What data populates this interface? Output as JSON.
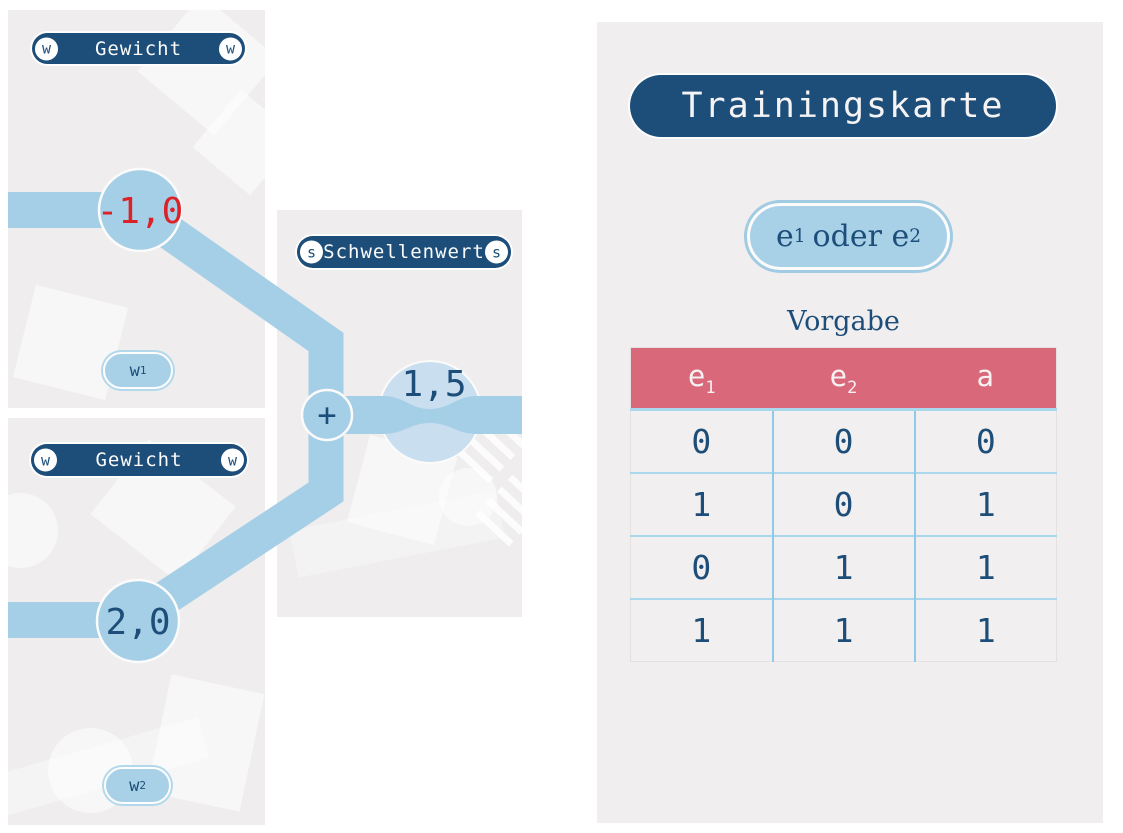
{
  "colors": {
    "navy": "#1d4e79",
    "band_blue": "#a5cfe6",
    "pale_node_blue": "#c9dff0",
    "value_red": "#dc2127",
    "table_header_red": "#d9687a",
    "panel_bg": "#efeded",
    "card_bg": "#f0eeee",
    "grid_line_blue": "#8fcbe8"
  },
  "panels": {
    "weight1": {
      "label": "Gewicht",
      "end_letter": "w",
      "value": "-1,0",
      "badge": {
        "base": "w",
        "sub": "1"
      }
    },
    "weight2": {
      "label": "Gewicht",
      "end_letter": "w",
      "value": "2,0",
      "badge": {
        "base": "w",
        "sub": "2"
      }
    },
    "threshold": {
      "label": "Schwellenwert",
      "end_letter": "s",
      "operator": "+",
      "value": "1,5"
    }
  },
  "card": {
    "title": "Trainingskarte",
    "formula": {
      "base1": "e",
      "sub1": "1",
      "middle": "oder e",
      "sub2": "2"
    },
    "subtitle": "Vorgabe",
    "table": {
      "headers": [
        {
          "base": "e",
          "sub": "1"
        },
        {
          "base": "e",
          "sub": "2"
        },
        {
          "base": "a",
          "sub": ""
        }
      ],
      "rows": [
        [
          "0",
          "0",
          "0"
        ],
        [
          "1",
          "0",
          "1"
        ],
        [
          "0",
          "1",
          "1"
        ],
        [
          "1",
          "1",
          "1"
        ]
      ]
    }
  }
}
